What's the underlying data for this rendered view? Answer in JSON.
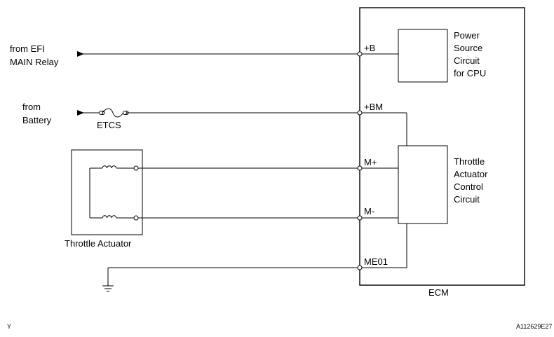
{
  "inputs": {
    "efi_line1": "from EFI",
    "efi_line2": "MAIN Relay",
    "battery_line1": "from",
    "battery_line2": "Battery",
    "fuse": "ETCS"
  },
  "ecm": {
    "label": "ECM",
    "terminals": {
      "b": "+B",
      "bm": "+BM",
      "mplus": "M+",
      "mminus": "M-",
      "me01": "ME01"
    },
    "power_circuit": [
      "Power",
      "Source",
      "Circuit",
      "for CPU"
    ],
    "throttle_circuit": [
      "Throttle",
      "Actuator",
      "Control",
      "Circuit"
    ]
  },
  "actuator": {
    "label": "Throttle Actuator"
  },
  "footer": {
    "left_code": "Y",
    "figure_id": "A112629E27"
  },
  "colors": {
    "line": "#000000",
    "background": "#ffffff"
  }
}
